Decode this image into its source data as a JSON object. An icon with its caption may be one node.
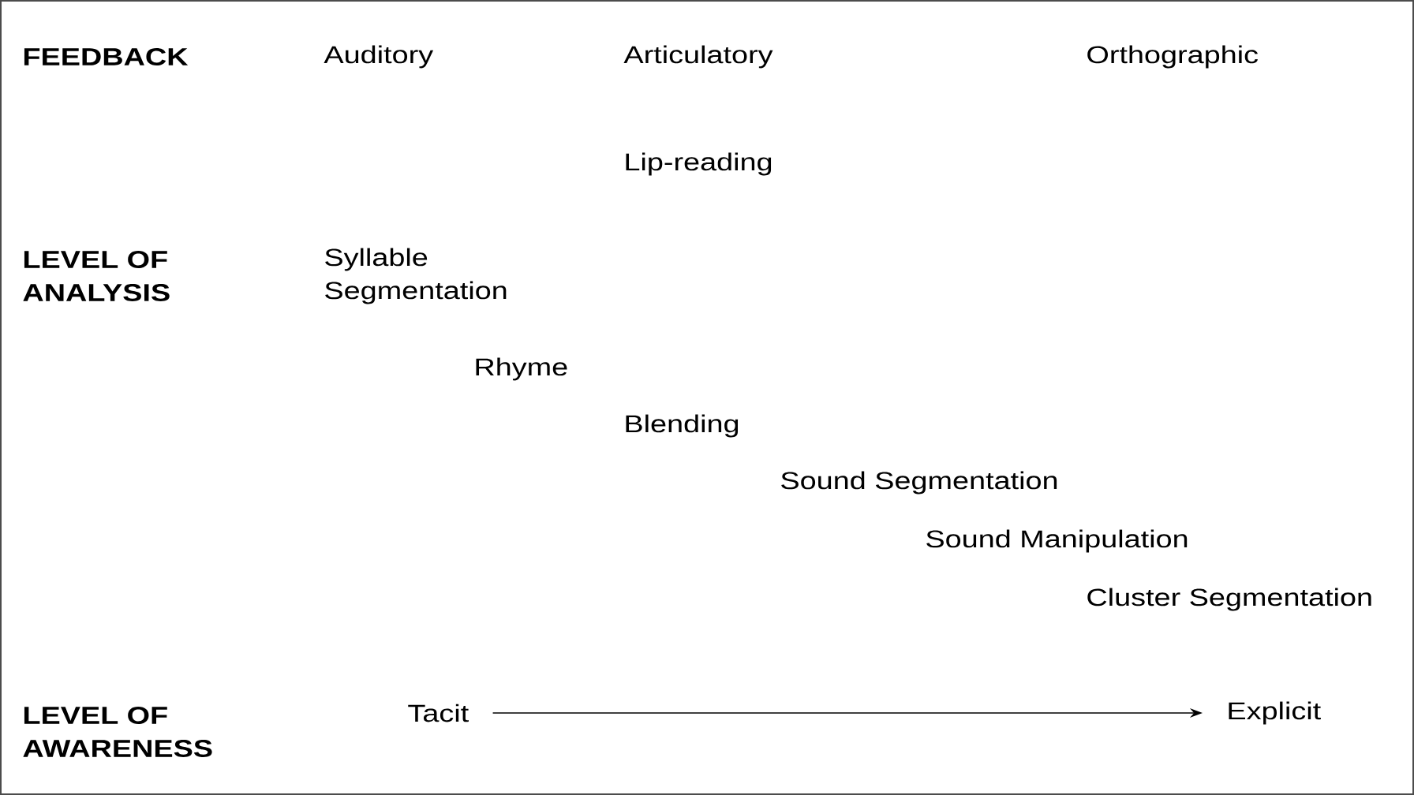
{
  "diagram": {
    "nodes": [
      {
        "text": [
          "Tacit"
        ]
      },
      {
        "text": [
          "Explicit"
        ]
      }
    ],
    "edges": [
      {
        "from": 0,
        "to": 1,
        "arrow": "to"
      }
    ],
    "labels": [
      "FEEDBACK",
      "Auditory",
      "Articulatory",
      "Orthographic",
      "Lip-reading",
      "LEVEL OF ANALYSIS",
      "Syllable Segmentation",
      "Rhyme",
      "Blending",
      "Sound Segmentation",
      "Sound Manipulation",
      "Cluster Segmentation",
      "LEVEL OF AWARENESS"
    ]
  }
}
